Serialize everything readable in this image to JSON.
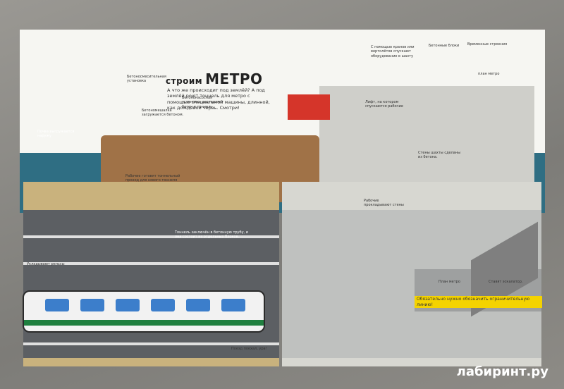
{
  "title": {
    "prefix": "строим",
    "main": "МЕТРО"
  },
  "intro": "А что же происходит под землёй? А под землёй роют тоннель для метро с помощью специальной машины, длинной, как дождевой червь. Смотри!",
  "labels": [
    {
      "id": "concrete-plant",
      "text": "Бетоносмесительная установка"
    },
    {
      "id": "concrete-mixer",
      "text": "Бетономешалка загружается бетоном."
    },
    {
      "id": "concrete-pump",
      "text": "Бетононасосная установка доставляет бетон в тоннель."
    },
    {
      "id": "soil-out",
      "text": "Почва выгружается наружу"
    },
    {
      "id": "boring-machine",
      "text": "Рабочие готовят тоннельный проход для нового тоннеля"
    },
    {
      "id": "tunnel-lining",
      "text": "Тоннель заключён в бетонную трубу, и она состоит из отдельных блоков."
    },
    {
      "id": "concrete-blocks",
      "text": "Бетонные блоки"
    },
    {
      "id": "temporary-buildings",
      "text": "Временные строения"
    },
    {
      "id": "crane-note",
      "text": "С помощью кранов или вертолётов спускают оборудование в шахту"
    },
    {
      "id": "elevator",
      "text": "Лифт, на котором спускаются рабочие"
    },
    {
      "id": "walls-bolt",
      "text": "Стены шахты сделаны из бетона."
    },
    {
      "id": "builders",
      "text": "Рабочие прокладывают стены"
    },
    {
      "id": "metro-plan",
      "text": "План метро"
    },
    {
      "id": "escalator",
      "text": "Ставят эскалатор."
    },
    {
      "id": "platform-line",
      "text": "Обязательно нужно обозначить ограничительную линию!"
    },
    {
      "id": "warning",
      "text": "Укладывают рельсы"
    },
    {
      "id": "train-launched",
      "text": "Поезд поехал, ура!"
    },
    {
      "id": "metro-plan-2",
      "text": "план метро"
    }
  ],
  "watermark": "лабиринт.ру"
}
